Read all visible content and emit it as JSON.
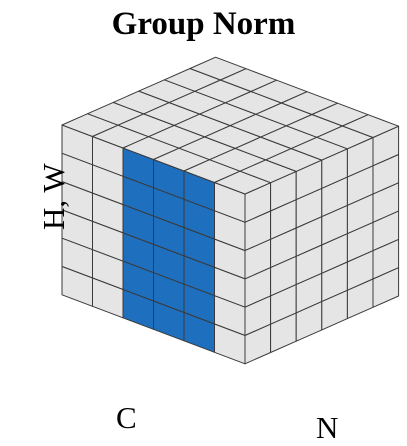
{
  "title": "Group Norm",
  "axes": {
    "hw": "H, W",
    "c": "C",
    "n": "N"
  },
  "grid": {
    "channels": 6,
    "batch": 6,
    "spatial": 6
  },
  "highlight": {
    "channels": [
      2,
      3,
      4
    ],
    "color": "#1f6fbf",
    "face_color": "#e5e5e5",
    "edge_color": "#3a3a3a"
  }
}
